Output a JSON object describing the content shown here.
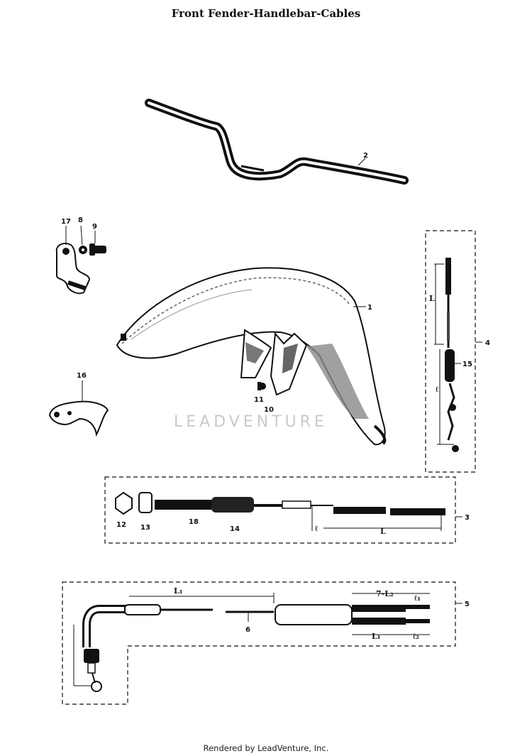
{
  "title": "Front Fender-Handlebar-Cables",
  "watermark": "LEADVENTURE",
  "footer": "Rendered by LeadVenture, Inc.",
  "callouts": {
    "handlebar": "2",
    "fender": "1",
    "clamp": "17",
    "washer": "8",
    "bolt": "9",
    "bracket": "16",
    "fender_bolt": "11",
    "fender_washer": "10",
    "cable_group_4": "4",
    "boot_15": "15",
    "cable_group_3": "3",
    "nut_12": "12",
    "adjuster_13": "13",
    "housing_18": "18",
    "boot_14": "14",
    "cable_group_5": "5",
    "cable_6": "6"
  },
  "dimensions": {
    "cable4_L": "L",
    "cable4_l": "ℓ",
    "cable3_l": "ℓ",
    "cable3_L": "L",
    "cable5_L1_top": "L₁",
    "cable5_L2": "7-L₂",
    "cable5_l1": "ℓ₁",
    "cable5_L1_bottom": "L₁",
    "cable5_l2": "ℓ₂"
  }
}
